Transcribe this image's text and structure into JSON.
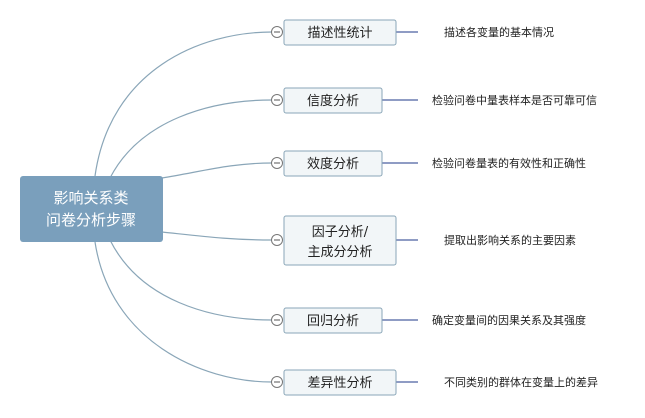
{
  "root": {
    "lines": [
      "影响关系类",
      "问卷分析步骤"
    ]
  },
  "steps": [
    {
      "lines": [
        "描述性统计"
      ],
      "description": "描述各变量的基本情况"
    },
    {
      "lines": [
        "信度分析"
      ],
      "description": "检验问卷中量表样本是否可靠可信"
    },
    {
      "lines": [
        "效度分析"
      ],
      "description": "检验问卷量表的有效性和正确性"
    },
    {
      "lines": [
        "因子分析/",
        "主成分分析"
      ],
      "description": "提取出影响关系的主要因素"
    },
    {
      "lines": [
        "回归分析"
      ],
      "description": "确定变量间的因果关系及其强度"
    },
    {
      "lines": [
        "差异性分析"
      ],
      "description": "不同类别的群体在变量上的差异"
    }
  ],
  "colors": {
    "root_fill": "#7a9fbc",
    "node_fill": "#f2f6f8",
    "node_border": "#8aa6b8",
    "branch_line": "#8aa6b8",
    "desc_line": "#1f3a8a",
    "toggle_border": "#777777"
  }
}
